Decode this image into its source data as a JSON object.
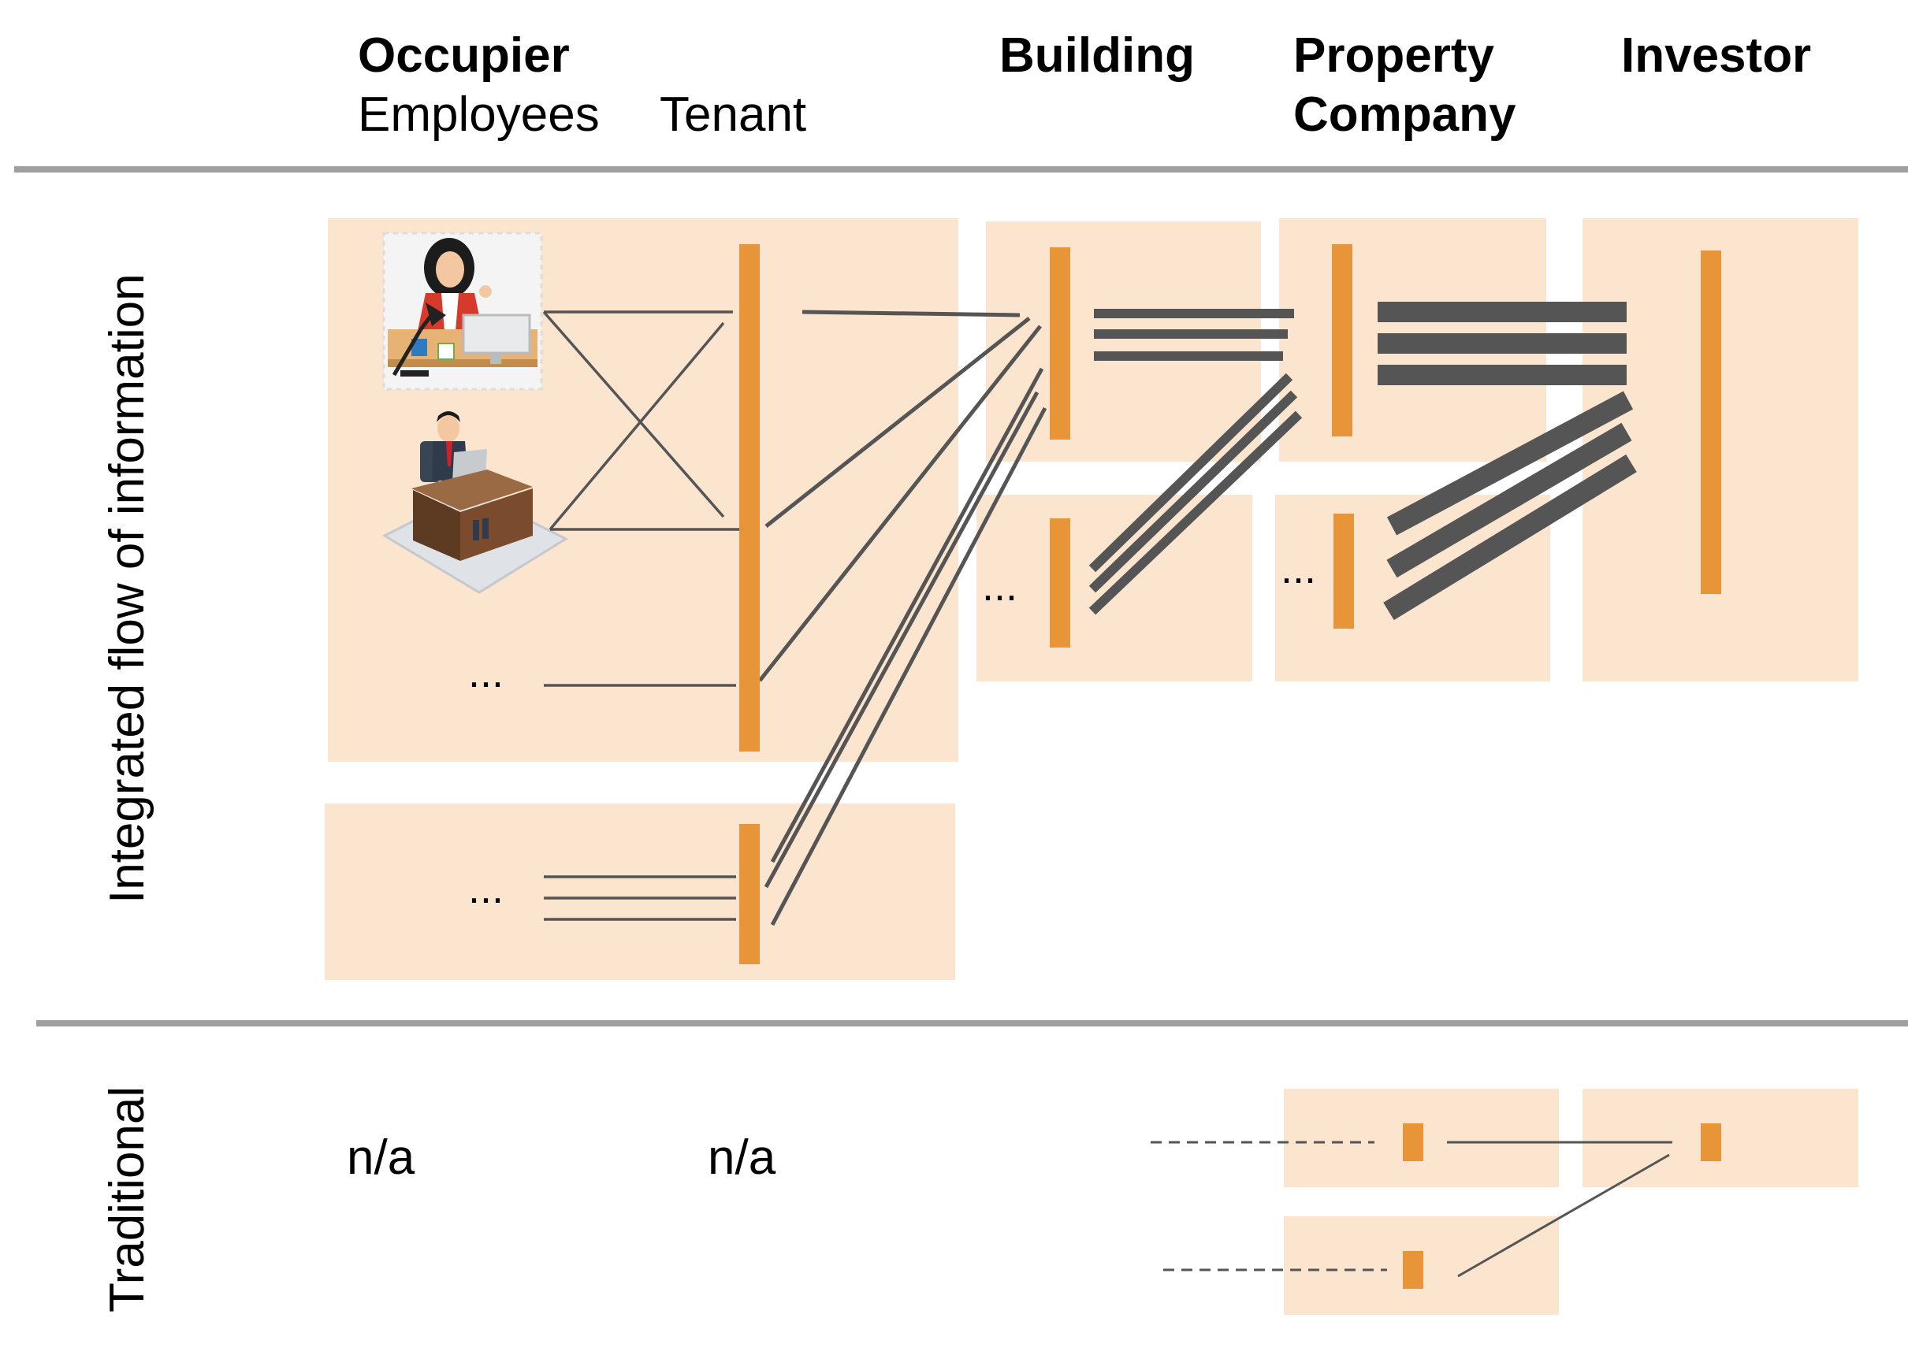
{
  "headers": {
    "occupier": "Occupier",
    "employees": "Employees",
    "tenant": "Tenant",
    "building": "Building",
    "property_line1": "Property",
    "property_line2": "Company",
    "investor": "Investor"
  },
  "side_labels": {
    "integrated": "Integrated flow of information",
    "traditional": "Traditional"
  },
  "placeholders": {
    "ellipsis": "..."
  },
  "traditional_row": {
    "employees_value": "n/a",
    "tenant_value": "n/a"
  },
  "colors": {
    "panel_fill": "#fbe5cf",
    "node_bar": "#e8953a",
    "link": "#555555",
    "divider": "#a0a0a0"
  },
  "icons": {
    "employee_1": "woman-at-desk-icon",
    "employee_2": "man-at-desk-with-laptop-icon"
  }
}
